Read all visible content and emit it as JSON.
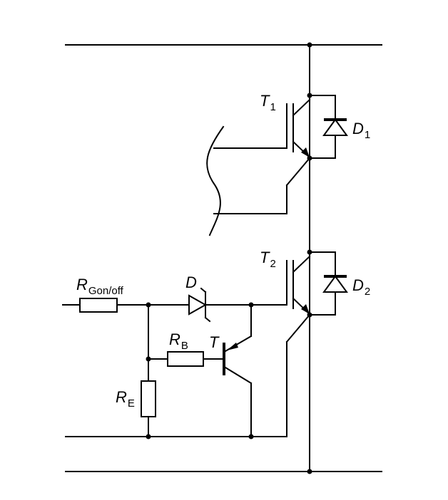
{
  "labels": {
    "t1": {
      "main": "T",
      "sub": "1"
    },
    "d1": {
      "main": "D",
      "sub": "1"
    },
    "t2": {
      "main": "T",
      "sub": "2"
    },
    "d2": {
      "main": "D",
      "sub": "2"
    },
    "rgon": {
      "main": "R",
      "sub": "Gon/off"
    },
    "dz": {
      "main": "D"
    },
    "rb": {
      "main": "R",
      "sub": "B"
    },
    "t": {
      "main": "T"
    },
    "re": {
      "main": "R",
      "sub": "E"
    }
  }
}
